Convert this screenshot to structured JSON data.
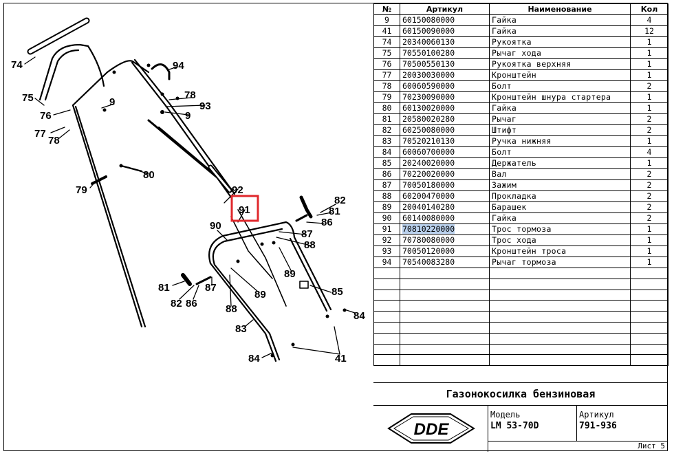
{
  "table": {
    "headers": {
      "num": "№",
      "article": "Артикул",
      "name": "Наименование",
      "qty": "Кол"
    },
    "rows": [
      {
        "num": "9",
        "article": "60150080000",
        "name": "Гайка",
        "qty": "4"
      },
      {
        "num": "41",
        "article": "60150090000",
        "name": "Гайка",
        "qty": "12"
      },
      {
        "num": "74",
        "article": "20340060130",
        "name": "Рукоятка",
        "qty": "1"
      },
      {
        "num": "75",
        "article": "70550100280",
        "name": "Рычаг хода",
        "qty": "1"
      },
      {
        "num": "76",
        "article": "70500550130",
        "name": "Рукоятка верхняя",
        "qty": "1"
      },
      {
        "num": "77",
        "article": "20030030000",
        "name": "Кронштейн",
        "qty": "1"
      },
      {
        "num": "78",
        "article": "60060590000",
        "name": "Болт",
        "qty": "2"
      },
      {
        "num": "79",
        "article": "70230090000",
        "name": "Кронштейн шнура стартера",
        "qty": "1"
      },
      {
        "num": "80",
        "article": "60130020000",
        "name": "Гайка",
        "qty": "1"
      },
      {
        "num": "81",
        "article": "20580020280",
        "name": "Рычаг",
        "qty": "2"
      },
      {
        "num": "82",
        "article": "60250080000",
        "name": "Штифт",
        "qty": "2"
      },
      {
        "num": "83",
        "article": "70520210130",
        "name": "Ручка нижняя",
        "qty": "1"
      },
      {
        "num": "84",
        "article": "60060700000",
        "name": "Болт",
        "qty": "4"
      },
      {
        "num": "85",
        "article": "20240020000",
        "name": "Держатель",
        "qty": "1"
      },
      {
        "num": "86",
        "article": "70220020000",
        "name": "Вал",
        "qty": "2"
      },
      {
        "num": "87",
        "article": "70050180000",
        "name": "Зажим",
        "qty": "2"
      },
      {
        "num": "88",
        "article": "60200470000",
        "name": "Прокладка",
        "qty": "2"
      },
      {
        "num": "89",
        "article": "20040140280",
        "name": "Барашек",
        "qty": "2"
      },
      {
        "num": "90",
        "article": "60140080000",
        "name": "Гайка",
        "qty": "2"
      },
      {
        "num": "91",
        "article": "70810220000",
        "name": "Трос тормоза",
        "qty": "1",
        "highlight": true
      },
      {
        "num": "92",
        "article": "70780080000",
        "name": "Трос хода",
        "qty": "1"
      },
      {
        "num": "93",
        "article": "70050120000",
        "name": "Кронштейн троса",
        "qty": "1"
      },
      {
        "num": "94",
        "article": "70540083280",
        "name": "Рычаг тормоза",
        "qty": "1"
      }
    ],
    "empty_rows": 9
  },
  "title_block": {
    "product": "Газонокосилка бензиновая",
    "logo": "DDE",
    "model_label": "Модель",
    "model": "LM 53-70D",
    "article_label": "Артикул",
    "article": "791-936",
    "sheet": "Лист 5"
  },
  "diagram": {
    "callouts": [
      "74",
      "94",
      "75",
      "76",
      "9",
      "78",
      "93",
      "9",
      "77",
      "78",
      "80",
      "79",
      "92",
      "91",
      "82",
      "81",
      "86",
      "90",
      "87",
      "88",
      "89",
      "81",
      "87",
      "82",
      "86",
      "85",
      "89",
      "88",
      "84",
      "83",
      "84",
      "41"
    ],
    "highlighted_callout": "91",
    "highlight_color": "#e0282c"
  }
}
